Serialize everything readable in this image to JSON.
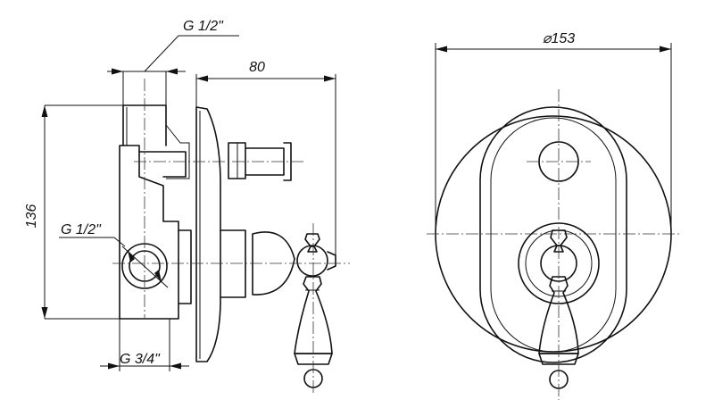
{
  "dimensions": {
    "thread_top": "G 1/2\"",
    "depth": "80",
    "height": "136",
    "thread_side": "G 1/2\"",
    "thread_bottom": "G 3/4\"",
    "diameter": "⌀153"
  },
  "colors": {
    "line": "#111111",
    "background": "#ffffff"
  }
}
